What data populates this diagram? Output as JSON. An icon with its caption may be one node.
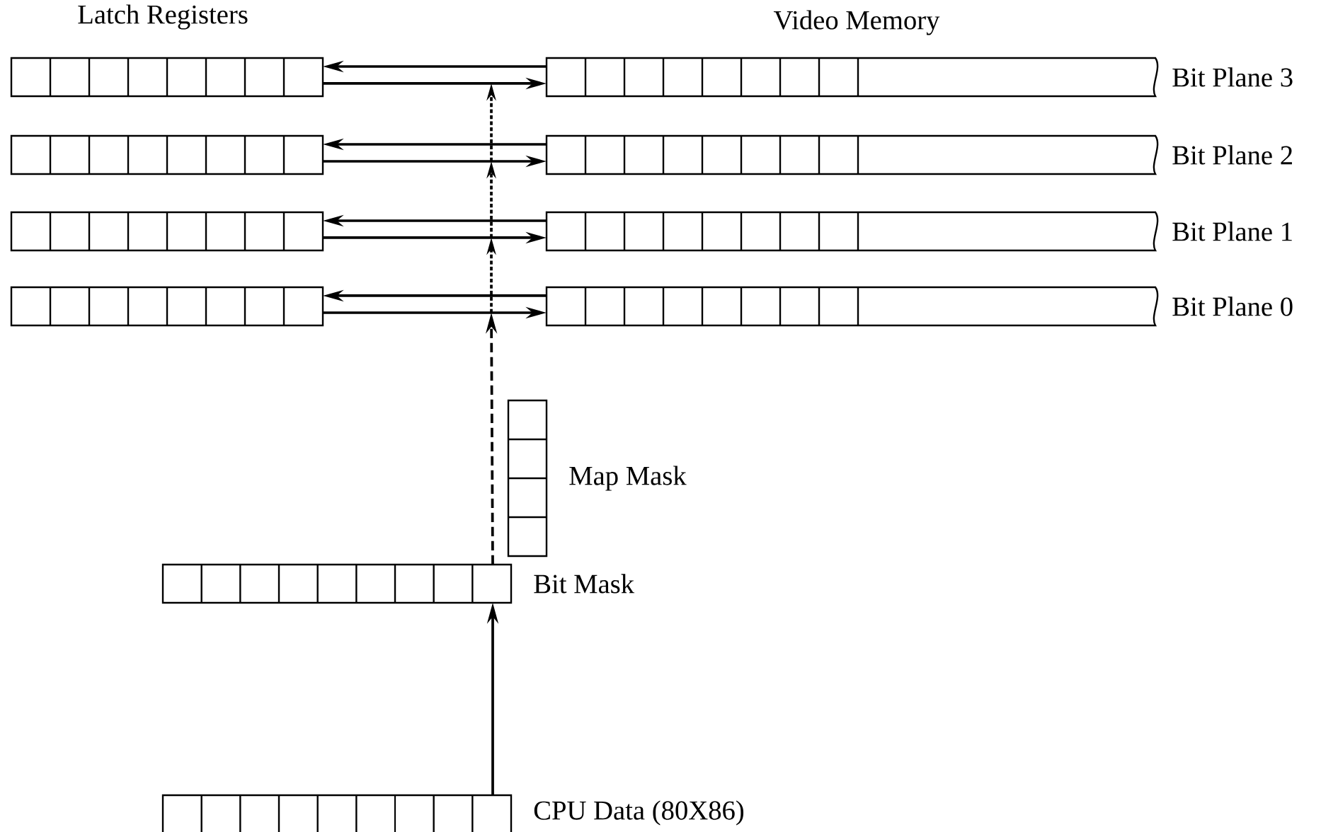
{
  "diagram": {
    "nodes": [
      {
        "text": [],
        "shape": "box"
      },
      {
        "text": [
          "Bit Plane 3"
        ]
      },
      {
        "text": [],
        "shape": "box"
      },
      {
        "text": [
          "Bit Plane 2"
        ]
      },
      {
        "text": [],
        "shape": "box"
      },
      {
        "text": [
          "Bit Plane 1"
        ]
      },
      {
        "text": [],
        "shape": "box"
      },
      {
        "text": [
          "Bit Plane 0"
        ]
      },
      {
        "text": [
          "Map Mask"
        ]
      },
      {
        "text": [
          "Bit Mask"
        ]
      },
      {
        "text": [
          "CPU Data (80X86)"
        ]
      }
    ],
    "edges": [
      {
        "from": 1,
        "to": 0,
        "arrow": "to"
      },
      {
        "from": 0,
        "to": 1,
        "arrow": "to"
      },
      {
        "from": 3,
        "to": 2,
        "arrow": "to"
      },
      {
        "from": 2,
        "to": 3,
        "arrow": "to"
      },
      {
        "from": 5,
        "to": 4,
        "arrow": "to"
      },
      {
        "from": 4,
        "to": 5,
        "arrow": "to"
      },
      {
        "from": 7,
        "to": 6,
        "arrow": "to"
      },
      {
        "from": 6,
        "to": 7,
        "arrow": "to"
      },
      {
        "from": 9,
        "to": null,
        "arrow": "to",
        "style": "dashed"
      },
      {
        "from": 10,
        "to": 9,
        "arrow": "to"
      }
    ],
    "labels": [
      "Latch Registers",
      "Video Memory"
    ]
  }
}
